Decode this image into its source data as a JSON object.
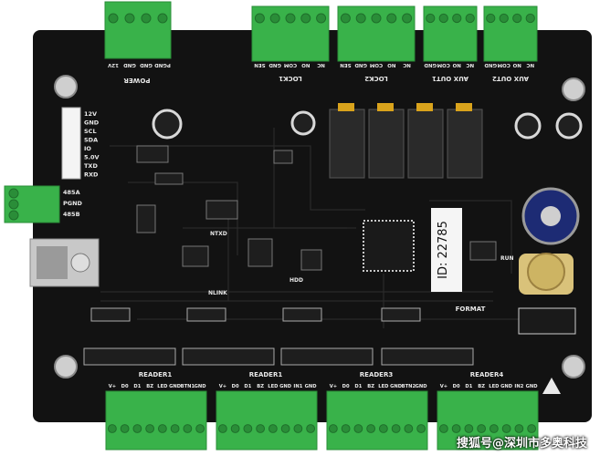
{
  "colors": {
    "pcb": "#121212",
    "terminal": "#39b24a",
    "terminal_dark": "#2a8d38",
    "silkscreen": "#e9e9e9",
    "relay": "#2a2a2a",
    "relay_label": "#d9a31c",
    "watermark": "#ffffff"
  },
  "top_headers": [
    {
      "title": "POWER",
      "pins": [
        "12V",
        "GND",
        "GND",
        "PGND"
      ]
    },
    {
      "title": "LOCK1",
      "pins": [
        "SEN",
        "GND",
        "COM",
        "NO",
        "NC"
      ]
    },
    {
      "title": "LOCK2",
      "pins": [
        "SEN",
        "GND",
        "COM",
        "NO",
        "NC"
      ]
    },
    {
      "title": "AUX OUT1",
      "pins": [
        "GND",
        "COM",
        "NO",
        "NC"
      ]
    },
    {
      "title": "AUX OUT2",
      "pins": [
        "GND",
        "COM",
        "NO",
        "NC"
      ]
    }
  ],
  "left_pins": [
    "12V",
    "GND",
    "SCL",
    "SDA",
    "IO",
    "5.0V",
    "TXD",
    "RXD"
  ],
  "rs485": [
    "485A",
    "PGND",
    "485B"
  ],
  "id_label": "ID: 22785",
  "misc_labels": {
    "format": "FORMAT",
    "run": "RUN",
    "ntxd": "NTXD",
    "nlink": "NLINK",
    "hdd": "HDD"
  },
  "readers": [
    {
      "title": "READER1",
      "pins": [
        "V+",
        "D0",
        "D1",
        "BZ",
        "LED",
        "GND",
        "BTN1",
        "GND"
      ]
    },
    {
      "title": "READER1",
      "pins": [
        "V+",
        "D0",
        "D1",
        "BZ",
        "LED",
        "GND",
        "IN1",
        "GND"
      ]
    },
    {
      "title": "READER3",
      "pins": [
        "V+",
        "D0",
        "D1",
        "BZ",
        "LED",
        "GND",
        "BTN2",
        "GND"
      ]
    },
    {
      "title": "READER4",
      "pins": [
        "V+",
        "D0",
        "D1",
        "BZ",
        "LED",
        "GND",
        "IN2",
        "GND"
      ]
    }
  ],
  "watermark": "搜狐号@深圳市多奥科技"
}
